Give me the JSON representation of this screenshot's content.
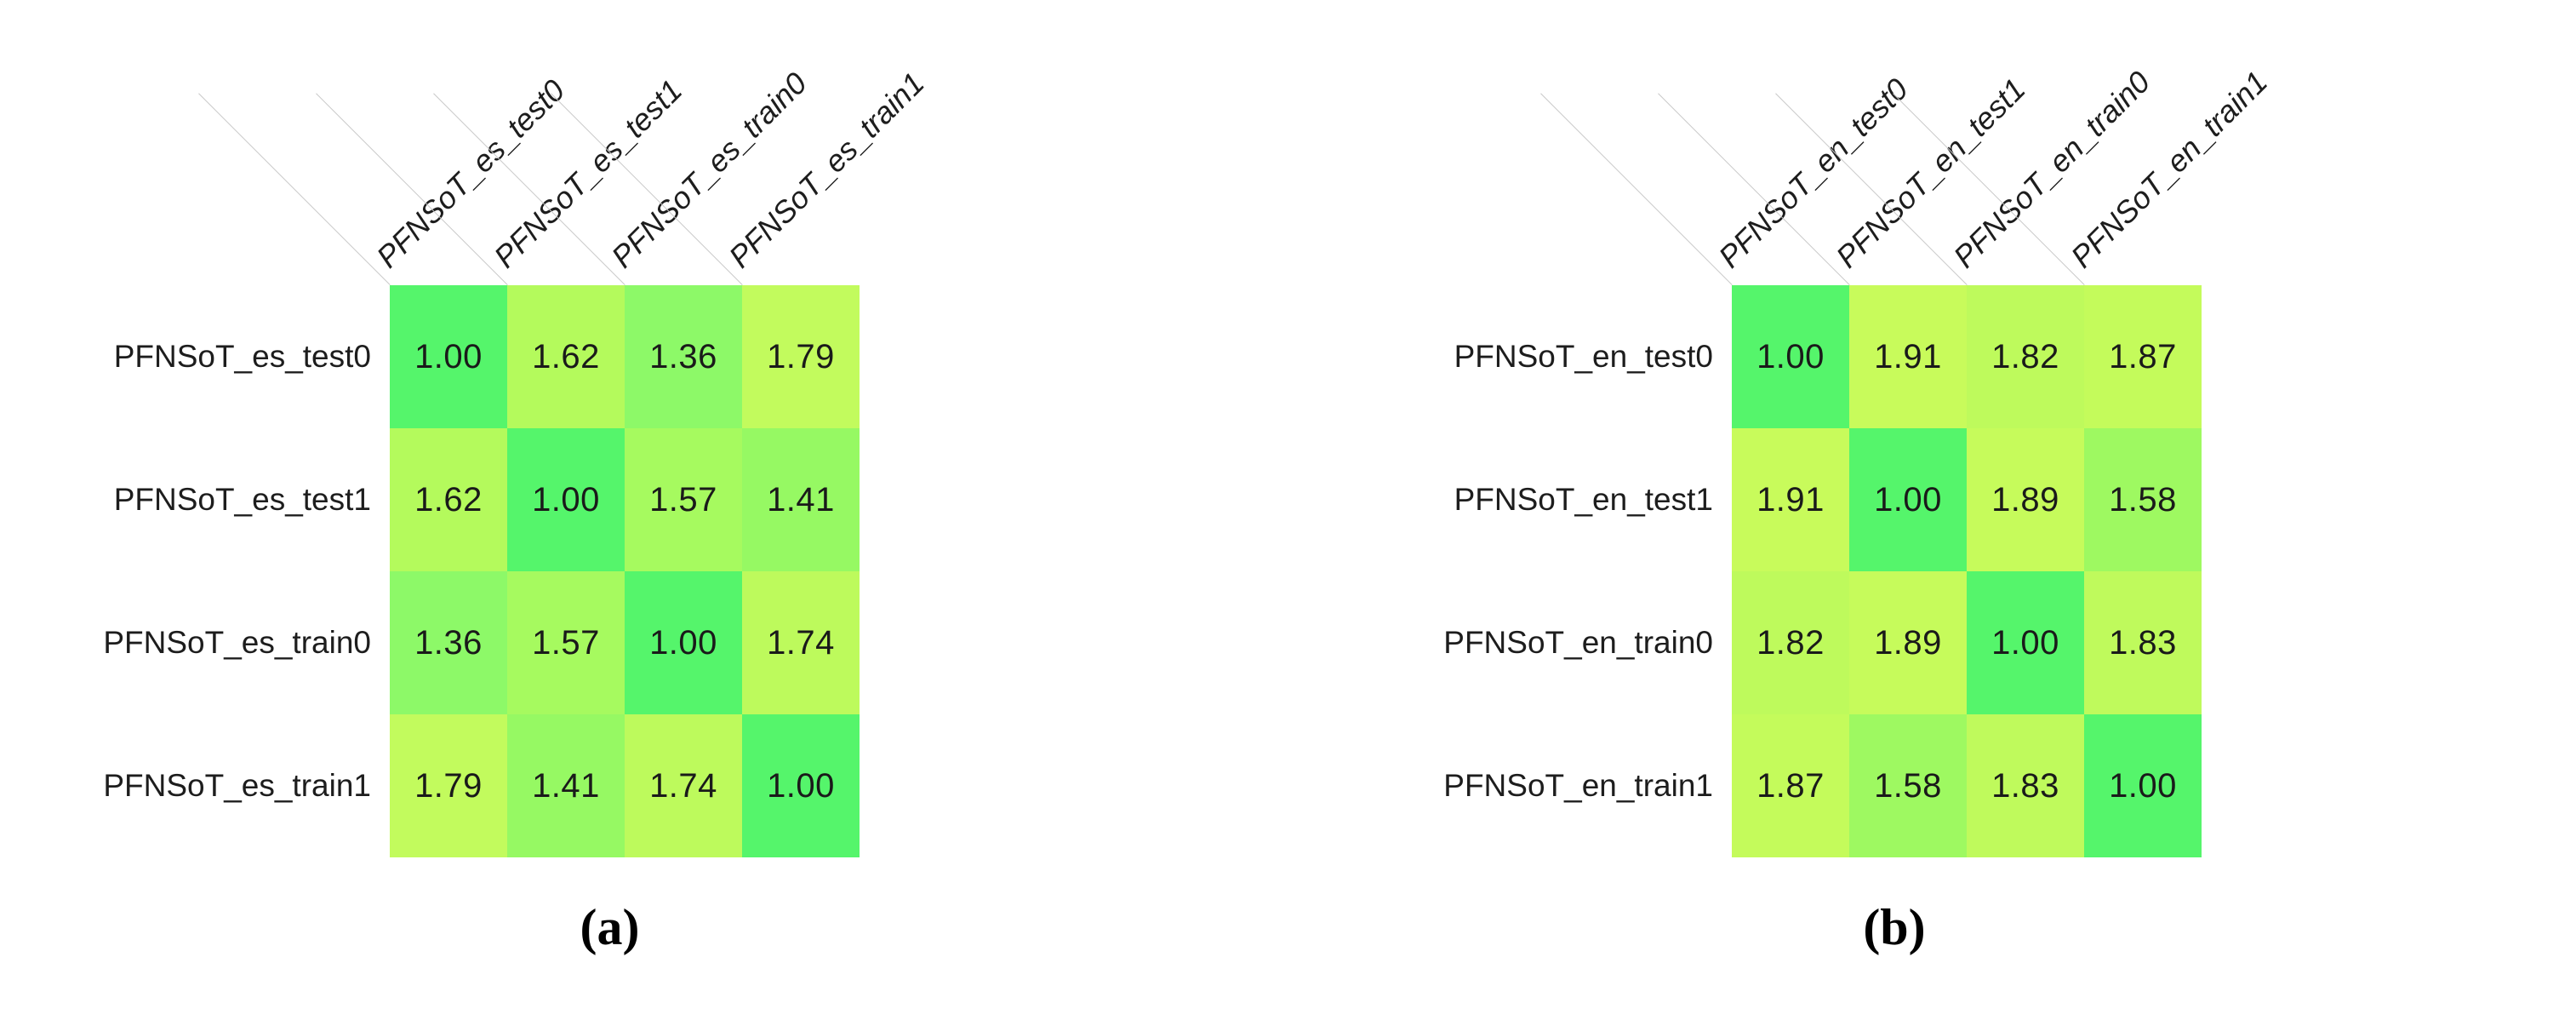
{
  "figure": {
    "background_color": "#ffffff",
    "tick_line_color": "#c9c9c9",
    "cell_text_color": "#1a1a1a",
    "label_text_color": "#1d1d1d"
  },
  "panels": [
    {
      "caption": "(a)",
      "chart_data": {
        "type": "heatmap",
        "title": "",
        "xlabel": "",
        "ylabel": "",
        "grid": false,
        "legend": "none",
        "annotations": "every cell is labeled with its value to 2 decimal places",
        "categories": [
          "PFNSoT_es_test0",
          "PFNSoT_es_test1",
          "PFNSoT_es_train0",
          "PFNSoT_es_train1"
        ],
        "row_labels": [
          "PFNSoT_es_test0",
          "PFNSoT_es_test1",
          "PFNSoT_es_train0",
          "PFNSoT_es_train1"
        ],
        "col_labels": [
          "PFNSoT_es_test0",
          "PFNSoT_es_test1",
          "PFNSoT_es_train0",
          "PFNSoT_es_train1"
        ],
        "values": [
          [
            1.0,
            1.62,
            1.36,
            1.79
          ],
          [
            1.62,
            1.0,
            1.57,
            1.41
          ],
          [
            1.36,
            1.57,
            1.0,
            1.74
          ],
          [
            1.79,
            1.41,
            1.74,
            1.0
          ]
        ],
        "cell_text": [
          [
            "1.00",
            "1.62",
            "1.36",
            "1.79"
          ],
          [
            "1.62",
            "1.00",
            "1.57",
            "1.41"
          ],
          [
            "1.36",
            "1.57",
            "1.00",
            "1.74"
          ],
          [
            "1.79",
            "1.41",
            "1.74",
            "1.00"
          ]
        ],
        "cell_colors": [
          [
            "#55F56B",
            "#B4FA5C",
            "#8DF968",
            "#C2FB5D"
          ],
          [
            "#B4FA5C",
            "#55F56B",
            "#A6FA5F",
            "#96F963"
          ],
          [
            "#8DF968",
            "#A6FA5F",
            "#55F56B",
            "#BDFA5C"
          ],
          [
            "#C2FB5D",
            "#96F963",
            "#BDFA5C",
            "#55F56B"
          ]
        ],
        "vmin": 1.0,
        "vmax": 1.91
      }
    },
    {
      "caption": "(b)",
      "chart_data": {
        "type": "heatmap",
        "title": "",
        "xlabel": "",
        "ylabel": "",
        "grid": false,
        "legend": "none",
        "annotations": "every cell is labeled with its value to 2 decimal places",
        "categories": [
          "PFNSoT_en_test0",
          "PFNSoT_en_test1",
          "PFNSoT_en_train0",
          "PFNSoT_en_train1"
        ],
        "row_labels": [
          "PFNSoT_en_test0",
          "PFNSoT_en_test1",
          "PFNSoT_en_train0",
          "PFNSoT_en_train1"
        ],
        "col_labels": [
          "PFNSoT_en_test0",
          "PFNSoT_en_test1",
          "PFNSoT_en_train0",
          "PFNSoT_en_train1"
        ],
        "values": [
          [
            1.0,
            1.91,
            1.82,
            1.87
          ],
          [
            1.91,
            1.0,
            1.89,
            1.58
          ],
          [
            1.82,
            1.89,
            1.0,
            1.83
          ],
          [
            1.87,
            1.58,
            1.83,
            1.0
          ]
        ],
        "cell_text": [
          [
            "1.00",
            "1.91",
            "1.82",
            "1.87"
          ],
          [
            "1.91",
            "1.00",
            "1.89",
            "1.58"
          ],
          [
            "1.82",
            "1.89",
            "1.00",
            "1.83"
          ],
          [
            "1.87",
            "1.58",
            "1.83",
            "1.00"
          ]
        ],
        "cell_colors": [
          [
            "#55F56B",
            "#C8FB5B",
            "#BEFA5C",
            "#C4FB5B"
          ],
          [
            "#C8FB5B",
            "#55F56B",
            "#C6FB5B",
            "#9EF961"
          ],
          [
            "#BEFA5C",
            "#C6FB5B",
            "#55F56B",
            "#BFFA5C"
          ],
          [
            "#C4FB5B",
            "#9EF961",
            "#BFFA5C",
            "#55F56B"
          ]
        ],
        "vmin": 1.0,
        "vmax": 1.91
      }
    }
  ]
}
